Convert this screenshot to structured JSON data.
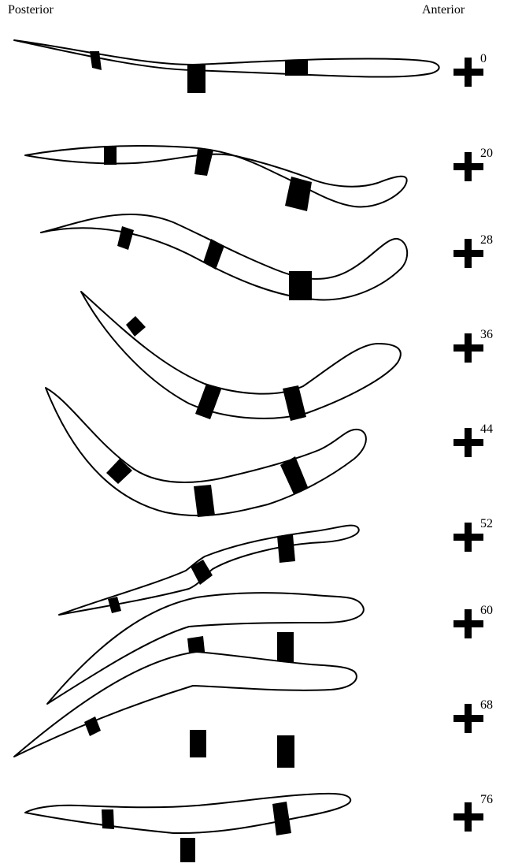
{
  "axis": {
    "posterior_label": "Posterior",
    "anterior_label": "Anterior"
  },
  "frames": [
    {
      "time": "0"
    },
    {
      "time": "20"
    },
    {
      "time": "28"
    },
    {
      "time": "36"
    },
    {
      "time": "44"
    },
    {
      "time": "52"
    },
    {
      "time": "60"
    },
    {
      "time": "68"
    },
    {
      "time": "76"
    }
  ],
  "colors": {
    "outline": "#000000",
    "band": "#000000",
    "background": "#ffffff"
  }
}
